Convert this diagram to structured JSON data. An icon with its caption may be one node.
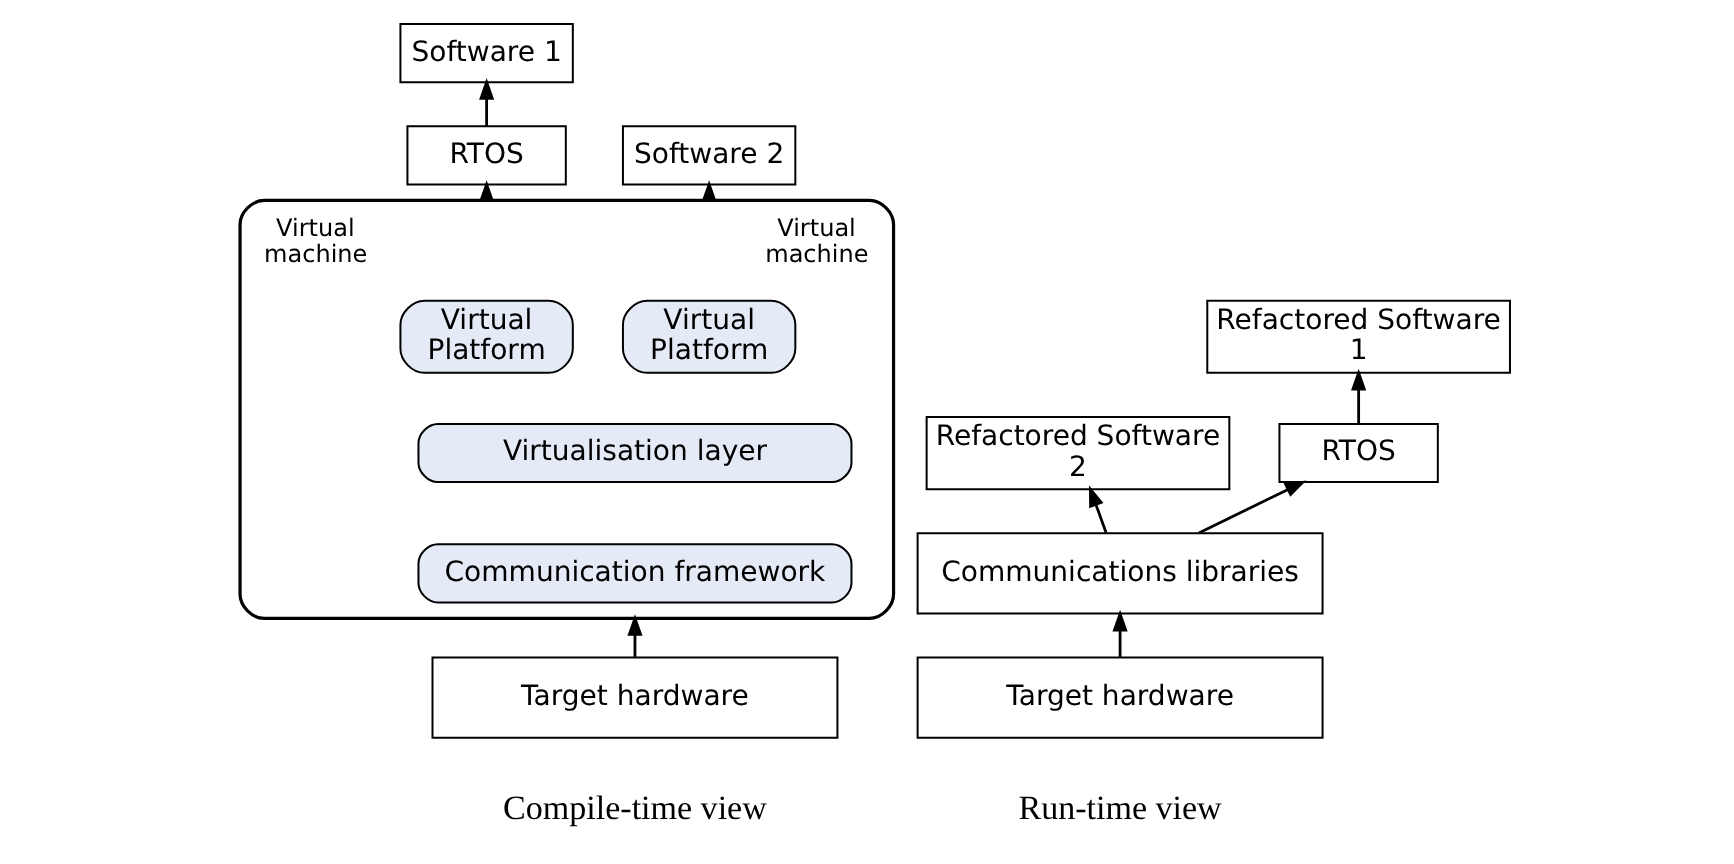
{
  "diagram": {
    "nodes": [
      {
        "text": [
          "Software 1"
        ]
      },
      {
        "text": [
          "RTOS"
        ]
      },
      {
        "text": [
          "Software 2"
        ]
      },
      {
        "text": [],
        "shape": "brace",
        "beside": [
          "Virtual machine",
          "Virtual machine"
        ]
      },
      {
        "text": [
          "Virtual Platform"
        ],
        "in": 3
      },
      {
        "text": [
          "Virtual Platform"
        ],
        "in": 3
      },
      {
        "text": [
          "Virtualisation layer"
        ],
        "in": 3
      },
      {
        "text": [
          "Communication framework"
        ],
        "in": 3
      },
      {
        "text": [
          "Target hardware"
        ]
      },
      {
        "text": [
          "Refactored Software 1"
        ]
      },
      {
        "text": [
          "Refactored Software 2"
        ]
      },
      {
        "text": [
          "RTOS"
        ]
      },
      {
        "text": [
          "Communications libraries"
        ]
      },
      {
        "text": [
          "Target hardware"
        ]
      }
    ],
    "edges": [
      {
        "from": 1,
        "to": 0,
        "arrow": "to"
      },
      {
        "from": 3,
        "to": 1,
        "arrow": "to"
      },
      {
        "from": 3,
        "to": 2,
        "arrow": "to"
      },
      {
        "from": 8,
        "to": 3,
        "arrow": "to"
      },
      {
        "from": 11,
        "to": 9,
        "arrow": "to"
      },
      {
        "from": 12,
        "to": 11,
        "arrow": "to"
      },
      {
        "from": 12,
        "to": 10,
        "arrow": "to"
      },
      {
        "from": 13,
        "to": 12,
        "arrow": "to"
      }
    ],
    "labels": [
      "Compile-time view",
      "Run-time view"
    ]
  }
}
